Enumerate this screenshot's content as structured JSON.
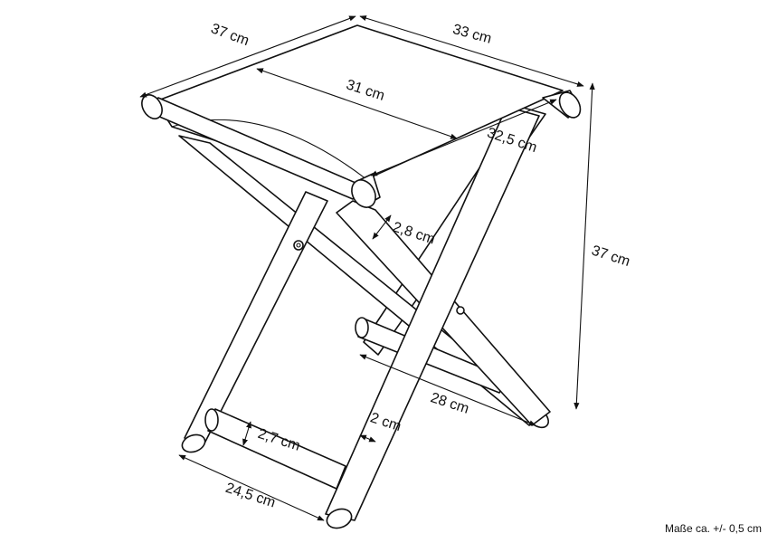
{
  "dimensions": {
    "seat_depth": "37 cm",
    "seat_width": "33 cm",
    "seat_cloth_width": "31 cm",
    "seat_length_diagonal": "32,5 cm",
    "leg_width": "2,8 cm",
    "height": "37 cm",
    "base_depth": "28 cm",
    "leg_thickness": "2 cm",
    "crossbar_height": "2,7 cm",
    "base_width": "24,5 cm"
  },
  "note": "Maße ca. +/- 0,5 cm"
}
